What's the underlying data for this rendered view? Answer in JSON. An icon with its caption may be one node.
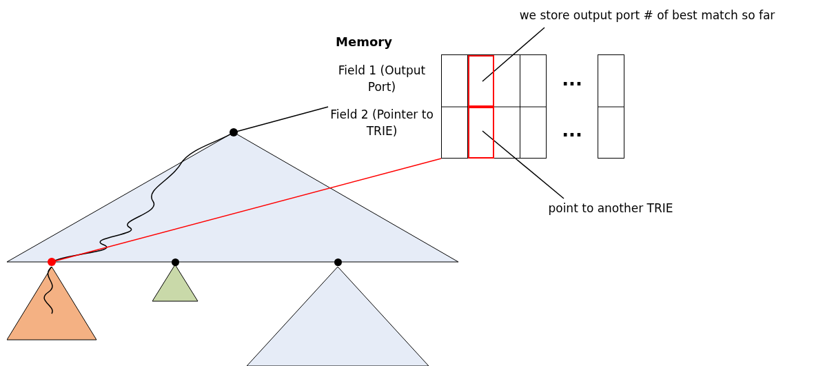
{
  "diagram": {
    "nodes": [
      {
        "text": [
          "Field 1 (Output Port)",
          "Field 2 (Pointer to TRIE)"
        ]
      },
      {
        "text": [],
        "shape": "box"
      },
      {
        "text": [],
        "shape": "box",
        "in": 1
      },
      {
        "text": [],
        "shape": "box",
        "in": 1
      },
      {
        "text": [
          "we store output port # of best match so far"
        ]
      },
      {
        "text": [
          "point to another TRIE"
        ]
      },
      {
        "text": [],
        "shape": "triangle"
      },
      {
        "text": [],
        "shape": "circle"
      },
      {
        "text": [],
        "shape": "circle"
      },
      {
        "text": [],
        "shape": "circle"
      },
      {
        "text": [],
        "shape": "circle"
      },
      {
        "text": [],
        "shape": "triangle"
      },
      {
        "text": [],
        "shape": "triangle"
      },
      {
        "text": [],
        "shape": "triangle"
      }
    ],
    "edges": [
      {
        "from": 4,
        "to": 2,
        "arrow": "none"
      },
      {
        "from": 5,
        "to": 3,
        "arrow": "none"
      },
      {
        "from": 7,
        "to": 0,
        "arrow": "none"
      },
      {
        "from": 8,
        "to": 1,
        "arrow": "none",
        "color": "#ff0000"
      }
    ],
    "labels": [
      "Memory",
      "...",
      "..."
    ]
  }
}
